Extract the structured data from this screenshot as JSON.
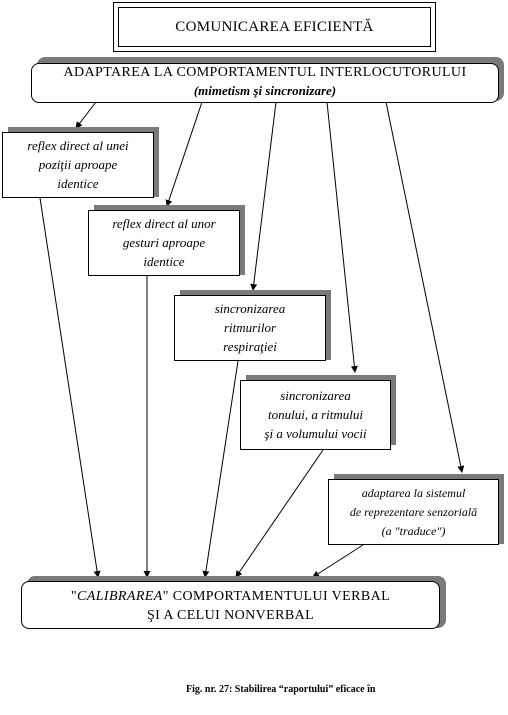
{
  "title": "COMUNICAREA EFICIENTĂ",
  "adaptation": {
    "line1": "ADAPTAREA LA COMPORTAMENTUL INTERLOCUTORULUI",
    "line2": "(mimetism şi sincronizare)"
  },
  "boxes": [
    {
      "l1": "reflex direct al unei",
      "l2": "poziţii aproape",
      "l3": "identice"
    },
    {
      "l1": "reflex direct al unor",
      "l2": "gesturi aproape",
      "l3": "identice"
    },
    {
      "l1": "sincronizarea",
      "l2": "ritmurilor",
      "l3": "respiraţiei"
    },
    {
      "l1": "sincronizarea",
      "l2": "tonului, a ritmului",
      "l3": "şi a volumului vocii"
    },
    {
      "l1": "adaptarea la sistemul",
      "l2": "de reprezentare senzorială",
      "l3": "(a \"traduce\")"
    }
  ],
  "calibration": {
    "line1_prefix": "\"",
    "line1_emph": "CALIBRAREA",
    "line1_rest": "\" COMPORTAMENTULUI VERBAL",
    "line2": "ŞI A CELUI NONVERBAL"
  },
  "caption": "Fig. nr. 27: Stabilirea “raportului” eficace în"
}
